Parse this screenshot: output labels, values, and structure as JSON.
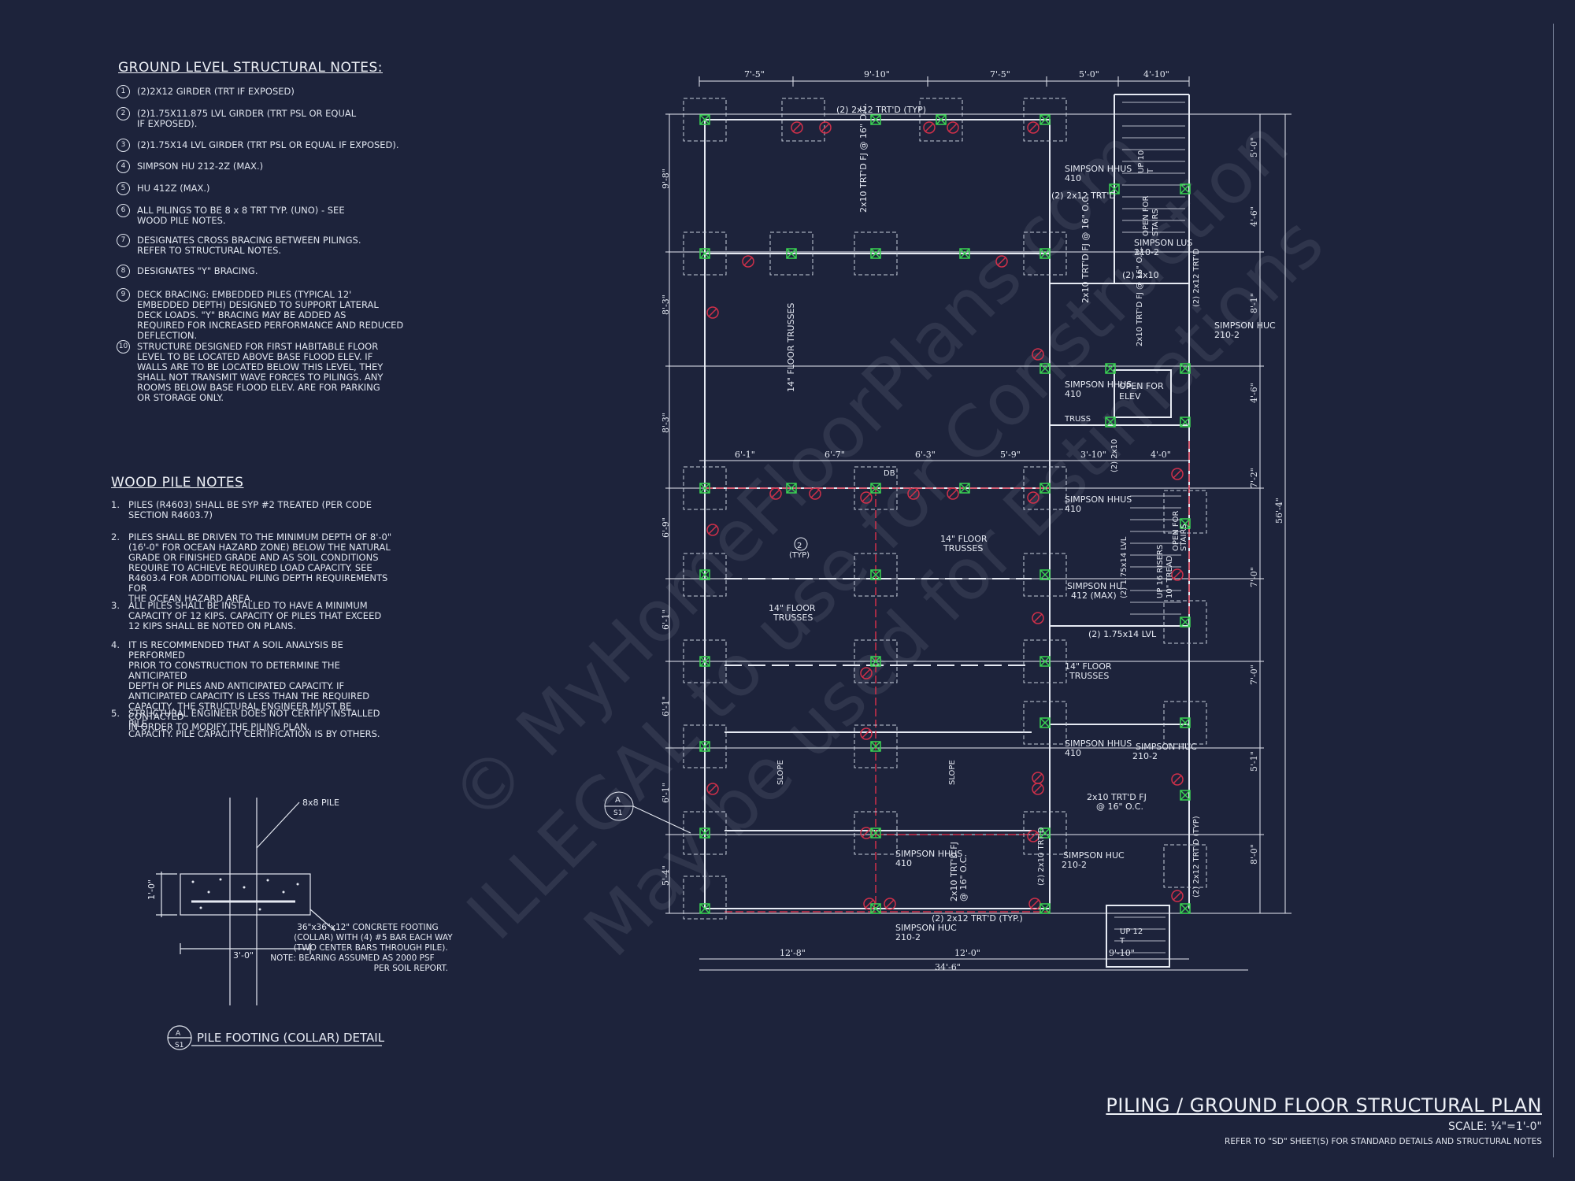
{
  "ground_notes": {
    "heading": "GROUND LEVEL STRUCTURAL NOTES:",
    "items": [
      {
        "num": "1",
        "text": "(2)2X12 GIRDER (TRT IF EXPOSED)"
      },
      {
        "num": "2",
        "text": "(2)1.75X11.875 LVL GIRDER (TRT PSL OR EQUAL IF EXPOSED)."
      },
      {
        "num": "3",
        "text": "(2)1.75X14 LVL GIRDER (TRT PSL OR EQUAL IF EXPOSED)."
      },
      {
        "num": "4",
        "text": "SIMPSON HU 212-2Z (MAX.)"
      },
      {
        "num": "5",
        "text": "HU 412Z (MAX.)"
      },
      {
        "num": "6",
        "text": "ALL PILINGS TO BE 8 x 8 TRT TYP. (UNO) - SEE WOOD PILE NOTES."
      },
      {
        "num": "7",
        "text": "DESIGNATES CROSS BRACING BETWEEN PILINGS. REFER TO STRUCTURAL NOTES."
      },
      {
        "num": "8",
        "text": "DESIGNATES \"Y\" BRACING."
      },
      {
        "num": "9",
        "text": "DECK BRACING: EMBEDDED PILES (TYPICAL 12' EMBEDDED DEPTH) DESIGNED TO SUPPORT LATERAL DECK LOADS. \"Y\" BRACING MAY BE ADDED AS REQUIRED FOR INCREASED PERFORMANCE AND REDUCED DEFLECTION."
      },
      {
        "num": "10",
        "text": "STRUCTURE DESIGNED FOR FIRST HABITABLE FLOOR LEVEL TO BE LOCATED ABOVE BASE FLOOD ELEV. IF WALLS ARE TO BE LOCATED BELOW THIS LEVEL, THEY SHALL NOT TRANSMIT WAVE FORCES TO PILINGS. ANY ROOMS BELOW BASE FLOOD ELEV. ARE FOR PARKING OR STORAGE ONLY."
      }
    ]
  },
  "wood_notes": {
    "heading": "WOOD PILE NOTES",
    "items": [
      {
        "num": "1.",
        "text": "PILES (R4603) SHALL BE SYP #2 TREATED (PER CODE SECTION R4603.7)"
      },
      {
        "num": "2.",
        "text": "PILES SHALL BE DRIVEN TO THE MINIMUM DEPTH OF 8'-0\" (16'-0\" FOR OCEAN HAZARD ZONE) BELOW THE NATURAL GRADE OR FINISHED GRADE AND AS SOIL CONDITIONS REQUIRE TO ACHIEVE REQUIRED LOAD CAPACITY. SEE R4603.4 FOR ADDITIONAL PILING DEPTH REQUIREMENTS FOR THE OCEAN HAZARD AREA."
      },
      {
        "num": "3.",
        "text": "ALL PILES SHALL BE INSTALLED TO HAVE A MINIMUM CAPACITY OF 12 KIPS. CAPACITY OF PILES THAT EXCEED 12 KIPS SHALL BE NOTED ON PLANS."
      },
      {
        "num": "4.",
        "text": "IT IS RECOMMENDED THAT A SOIL ANALYSIS BE PERFORMED PRIOR TO CONSTRUCTION TO DETERMINE THE ANTICIPATED DEPTH OF PILES AND ANTICIPATED CAPACITY. IF ANTICIPATED CAPACITY IS LESS THAN THE REQUIRED CAPACITY, THE STRUCTURAL ENGINEER MUST BE CONTACTED IN ORDER TO MODIFY THE PILING PLAN."
      },
      {
        "num": "5.",
        "text": "STRUCTURAL ENGINEER DOES NOT CERTIFY INSTALLED PILE CAPACITY. PILE CAPACITY CERTIFICATION IS BY OTHERS."
      }
    ]
  },
  "detail": {
    "pile_label": "8x8 PILE",
    "height_dim": "1'-0\"",
    "width_dim": "3'-0\"",
    "footing_note": "36\"x36\"x12\" CONCRETE FOOTING (COLLAR) WITH (4) #5 BAR EACH WAY (TWO CENTER BARS THROUGH PILE). NOTE: BEARING ASSUMED AS 2000 PSF PER SOIL REPORT.",
    "marker_top": "A",
    "marker_bottom": "S1",
    "title": "PILE FOOTING (COLLAR) DETAIL"
  },
  "plan": {
    "top_dims": [
      "7'-5\"",
      "9'-10\"",
      "7'-5\"",
      "5'-0\"",
      "4'-10\""
    ],
    "mid_dims": [
      "6'-1\"",
      "6'-7\"",
      "6'-3\"",
      "5'-9\"",
      "3'-10\"",
      "4'-0\""
    ],
    "bottom_dims": [
      "12'-8\"",
      "12'-0\"",
      "9'-10\""
    ],
    "overall_width": "34'-6\"",
    "left_dims": [
      "9'-8\"",
      "8'-3\"",
      "8'-3\"",
      "6'-9\"",
      "6'-1\"",
      "6'-1\"",
      "6'-1\"",
      "5'-4\""
    ],
    "right_dims": [
      "5'-0\"",
      "4'-6\"",
      "8'-1\"",
      "4'-6\"",
      "7'-2\"",
      "7'-0\"",
      "7'-0\"",
      "5'-1\"",
      "8'-0\""
    ],
    "overall_depth": "56'-4\"",
    "labels": {
      "top_girder": "(2) 2x12 TRT'D (TYP)",
      "fj_top": "2x10 TRT'D FJ @ 16\" O.C.",
      "trusses_a": "14\" FLOOR TRUSSES",
      "trusses_b": "14\" FLOOR TRUSSES",
      "trusses_c": "14\" FLOOR TRUSSES",
      "trusses_d": "14\" FLOOR TRUSSES",
      "simpson_hhus_1": "SIMPSON HHUS 410",
      "simpson_hhus_2": "SIMPSON HHUS 410",
      "simpson_hhus_3": "SIMPSON HHUS 410",
      "simpson_hhus_4": "SIMPSON HHUS 410",
      "simpson_hhus_5": "SIMPSON HHUS 410",
      "girder_2x12": "(2) 2x12 TRT'D",
      "open_stairs": "OPEN FOR STAIRS",
      "up_10t": "UP 10 T",
      "lus": "SIMPSON LUS 210-2",
      "two_2x10": "(2) 2x10",
      "fj_mid": "2x10 TRT'D FJ @ 16\" O.C.",
      "fj_small": "2x10 TRT'D FJ @ 16\" O.C.",
      "huc_1": "SIMPSON HUC 210-2",
      "huc_2": "SIMPSON HUC 210-2",
      "huc_3": "SIMPSON HUC 210-2",
      "huc_4": "SIMPSON HUC 210-2",
      "open_elev": "OPEN FOR ELEV",
      "truss": "TRUSS",
      "lvl_vert": "(2) 1.75x14 LVL",
      "lvl_horiz": "(2) 1.75x14 LVL",
      "hu412": "SIMPSON HU 412 (MAX)",
      "risers": "UP 16 RISERS 10\" TREAD",
      "open_stairs_2": "OPEN FOR STAIRS",
      "typ_marker": "2",
      "typ": "(TYP)",
      "db": "DB",
      "slope_1": "SLOPE",
      "slope_2": "SLOPE",
      "fj_bottom": "2x10 TRT'D FJ @ 16\" O.C.",
      "fj_lower": "2x10 TRT'D FJ @ 16\" O.C.",
      "bottom_girder": "(2) 2x12 TRT'D (TYP.)",
      "v_2x10": "(2) 2x10 TRT'D",
      "v_2x12": "(2) 2x12 TRT'D",
      "v_2x12_typ": "(2) 2x12 TRT'D (TYP)",
      "v_2x10_stair": "(2) 2x10",
      "up_12t": "UP 12 T",
      "section_top": "A",
      "section_bottom": "S1"
    }
  },
  "sheet": {
    "title": "PILING / GROUND FLOOR STRUCTURAL PLAN",
    "scale": "SCALE: ¼\"=1'-0\"",
    "reference": "REFER TO \"SD\" SHEET(S) FOR STANDARD DETAILS AND STRUCTURAL NOTES"
  },
  "watermark": [
    "© MyHomeFloorPlans.com",
    "ILLEGAL to use for Construction",
    "May be used for Estimations"
  ],
  "colors": {
    "background": "#1d233b",
    "line": "#e6eaf3",
    "pile_marker": "#39d353",
    "bracing": "#d0304a",
    "dashed_box": "#c5ccda"
  }
}
